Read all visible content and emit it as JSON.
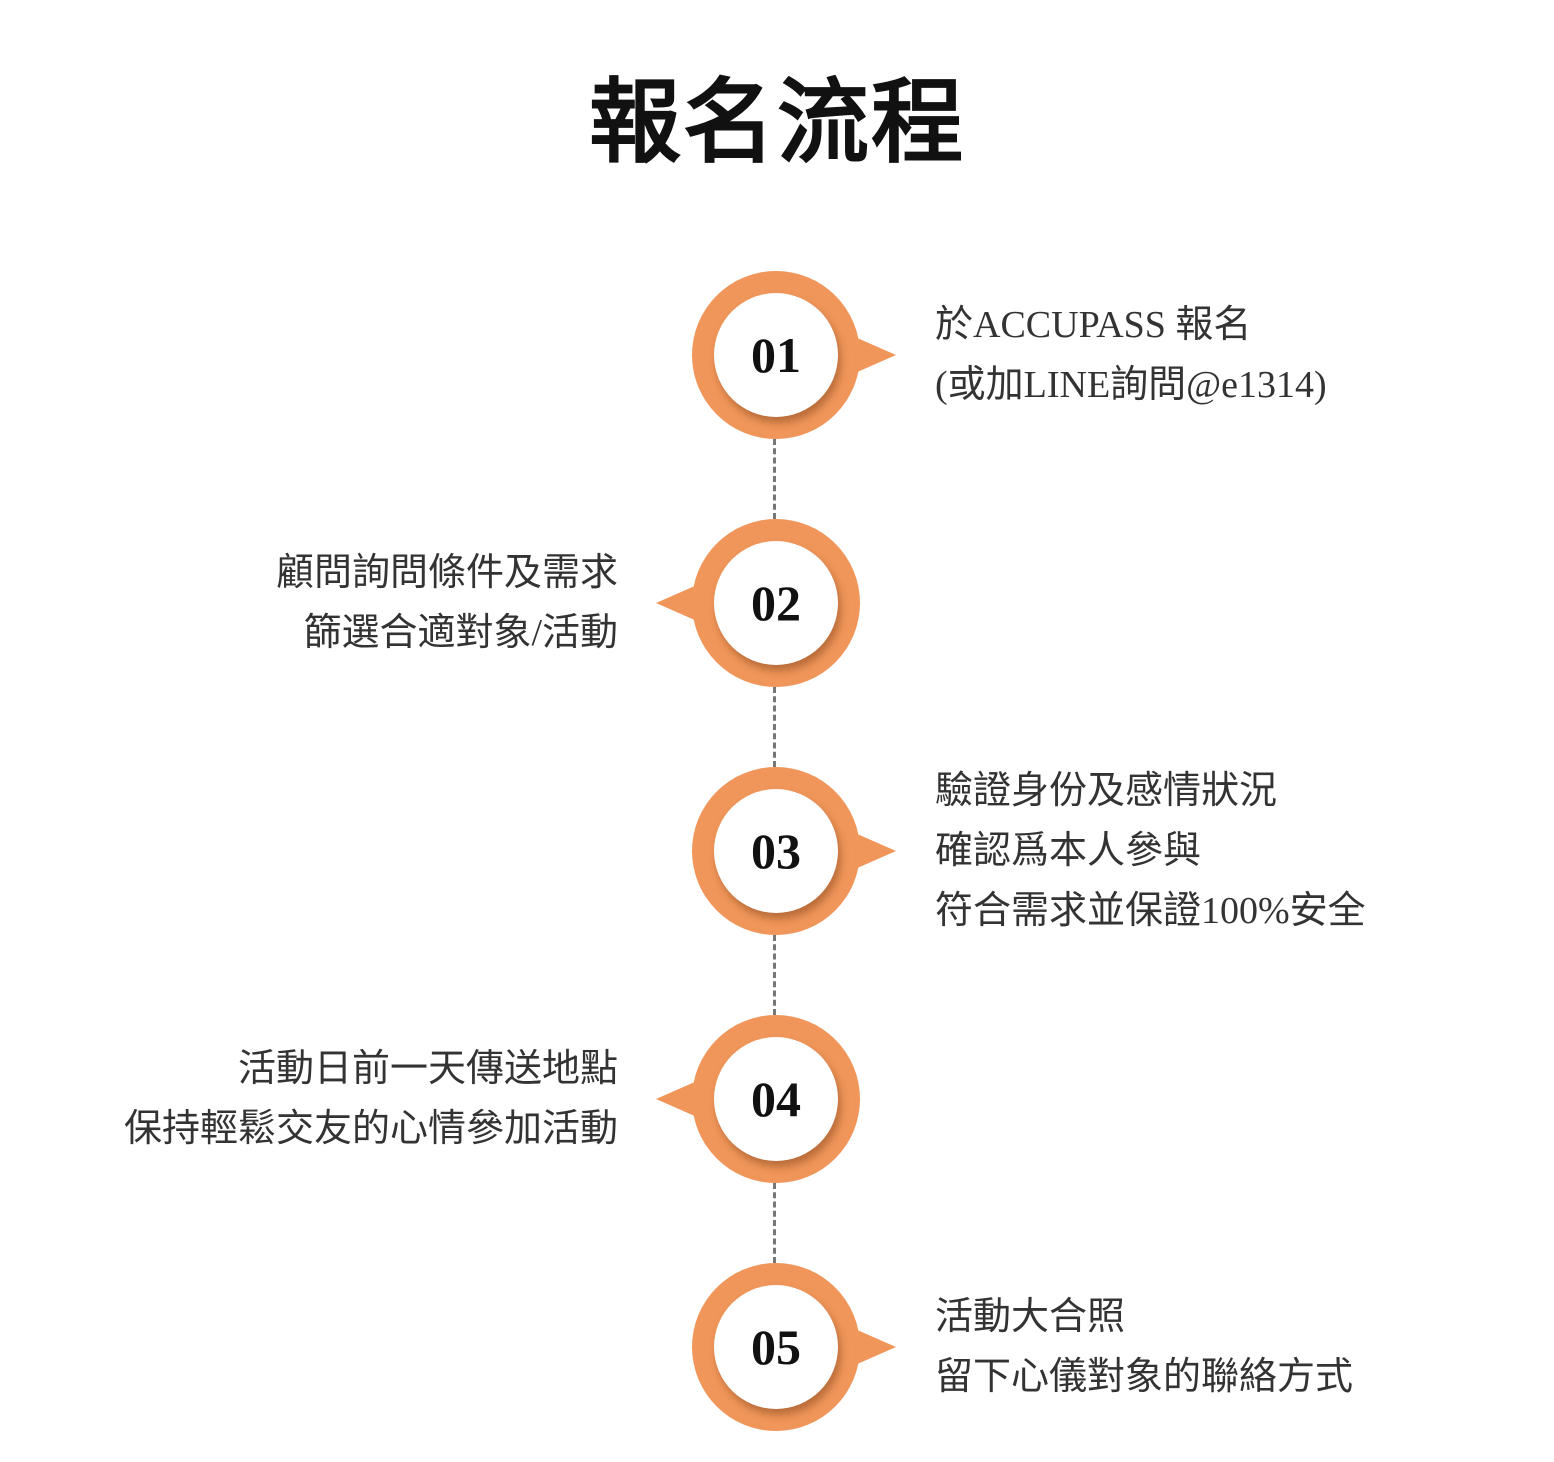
{
  "title": "報名流程",
  "accent": "#f0965a",
  "steps": [
    {
      "number": "01",
      "side": "right",
      "lines": [
        "於ACCUPASS 報名",
        "(或加LINE詢問@e1314)"
      ]
    },
    {
      "number": "02",
      "side": "left",
      "lines": [
        "顧問詢問條件及需求",
        "篩選合適對象/活動"
      ]
    },
    {
      "number": "03",
      "side": "right",
      "lines": [
        "驗證身份及感情狀況",
        "確認爲本人參與",
        "符合需求並保證100%安全"
      ]
    },
    {
      "number": "04",
      "side": "left",
      "lines": [
        "活動日前一天傳送地點",
        "保持輕鬆交友的心情參加活動"
      ]
    },
    {
      "number": "05",
      "side": "right",
      "lines": [
        "活動大合照",
        "留下心儀對象的聯絡方式"
      ]
    }
  ]
}
